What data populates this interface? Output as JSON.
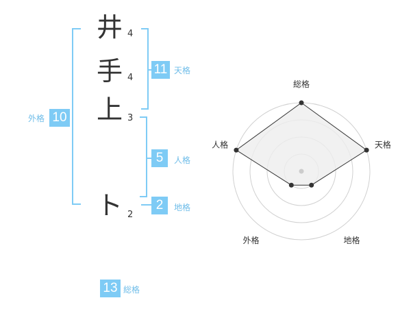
{
  "name_chars": [
    {
      "char": "井",
      "strokes": "4"
    },
    {
      "char": "手",
      "strokes": "4"
    },
    {
      "char": "上",
      "strokes": "3"
    },
    {
      "char": "ト",
      "strokes": "2"
    }
  ],
  "kaku": {
    "tenkaku": {
      "value": "11",
      "label": "天格"
    },
    "jinkaku": {
      "value": "5",
      "label": "人格"
    },
    "chikaku": {
      "value": "2",
      "label": "地格"
    },
    "gaikaku": {
      "value": "10",
      "label": "外格"
    },
    "soukaku": {
      "value": "13",
      "label": "総格"
    }
  },
  "chart_data": {
    "type": "radar",
    "axes": [
      "総格",
      "天格",
      "地格",
      "外格",
      "人格"
    ],
    "values": [
      4,
      4,
      1,
      1,
      4
    ],
    "range": [
      0,
      4
    ],
    "rings": 4,
    "colors": {
      "fill": "#eeeeee",
      "stroke": "#333333",
      "ring": "#d0d0d0",
      "center": "#cccccc"
    }
  },
  "colors": {
    "accent": "#7ecbf5",
    "label": "#6fbde9",
    "text": "#333333"
  }
}
